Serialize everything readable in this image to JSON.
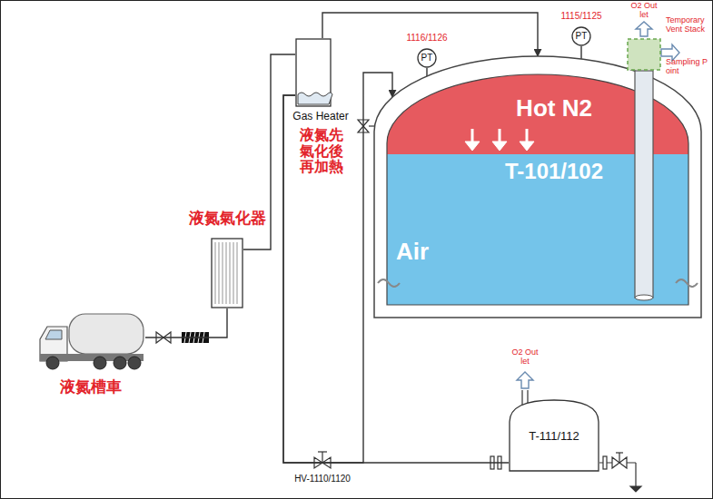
{
  "diagram": {
    "nodes": [
      {
        "text": [
          "液氮槽車"
        ]
      },
      {
        "text": [
          "液氮氣化器"
        ]
      },
      {
        "text": [
          "Gas Heater",
          "液氮先氣化後再加熱"
        ]
      },
      {
        "text": [
          "1116/1126",
          "PT"
        ]
      },
      {
        "text": [
          "1115/1125",
          "PT"
        ]
      },
      {
        "text": [
          "Hot N2",
          "T-101/102",
          "Air"
        ]
      },
      {
        "text": [
          "Temporary Vent Stack"
        ]
      },
      {
        "text": [
          "T-111/112"
        ]
      }
    ],
    "edges": [
      {
        "from": 0,
        "to": 1,
        "arrow": "none"
      },
      {
        "from": 1,
        "to": 2,
        "arrow": "none"
      },
      {
        "from": 2,
        "to": 5,
        "arrow": "to"
      },
      {
        "from": 2,
        "to": 5,
        "arrow": "to"
      },
      {
        "from": 2,
        "to": 7,
        "arrow": "none"
      },
      {
        "from": 3,
        "to": 5,
        "arrow": "none"
      },
      {
        "from": 4,
        "to": 5,
        "arrow": "none"
      }
    ],
    "labels": [
      "O2 Outlet",
      "Sampling Point",
      "HV-1110/1120",
      "O2 Outlet"
    ]
  }
}
